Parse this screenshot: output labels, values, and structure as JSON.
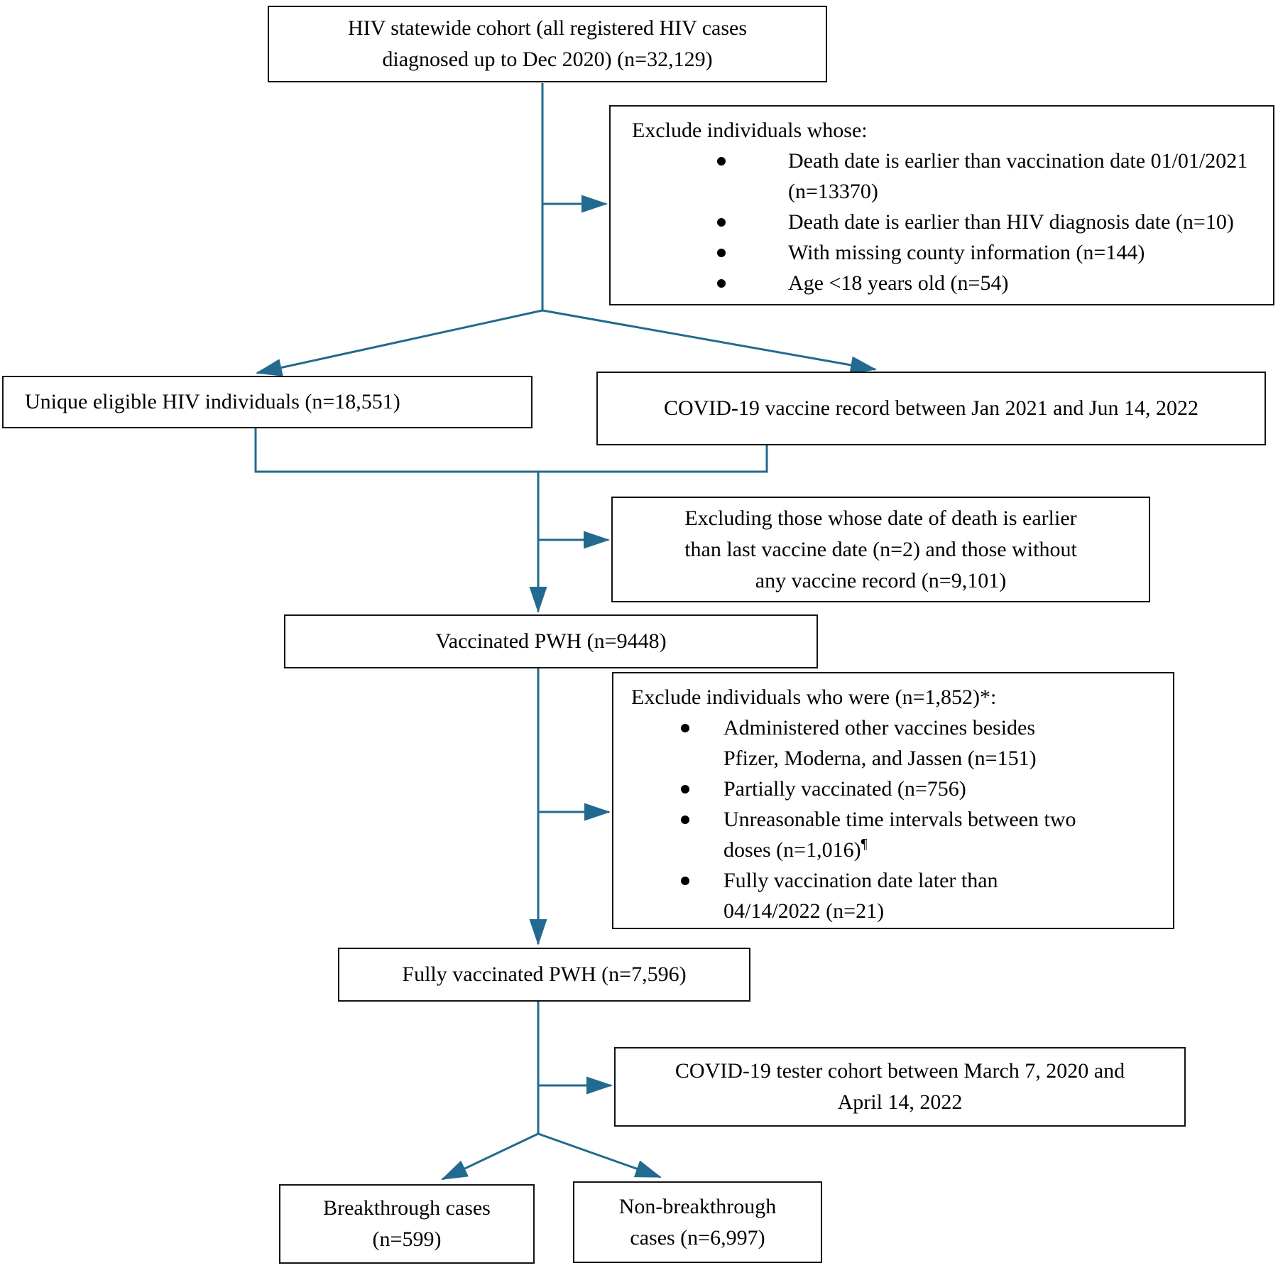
{
  "accent_color": "#226a8f",
  "border_color": "#141414",
  "flowchart": {
    "cohort": [
      "HIV statewide cohort (all registered HIV cases",
      "diagnosed up to Dec 2020) (n=32,129)"
    ],
    "exclude1": {
      "header": "Exclude individuals whose:",
      "bullets": [
        {
          "text": [
            "Death date is earlier than vaccination date 01/01/2021",
            "(n=13370)"
          ]
        },
        {
          "text": [
            "Death date is earlier than HIV diagnosis date (n=10)"
          ]
        },
        {
          "text": [
            "With missing county information (n=144)"
          ]
        },
        {
          "text": [
            "Age <18 years old (n=54)"
          ]
        }
      ]
    },
    "eligible": "Unique eligible HIV individuals (n=18,551)",
    "vaccine_record": "COVID-19 vaccine record between Jan 2021 and Jun 14, 2022",
    "exclude_no_record": [
      "Excluding those whose date of death is earlier",
      "than last vaccine date (n=2) and those without",
      "any vaccine record (n=9,101)"
    ],
    "vaccinated": "Vaccinated PWH (n=9448)",
    "exclude2": {
      "header": "Exclude individuals who were (n=1,852)*:",
      "bullets": [
        {
          "text": [
            "Administered other vaccines besides",
            "Pfizer, Moderna, and Jassen (n=151)"
          ]
        },
        {
          "text": [
            "Partially vaccinated (n=756)"
          ]
        },
        {
          "text": [
            "Unreasonable time intervals between two",
            "doses (n=1,016)"
          ],
          "sup": "¶"
        },
        {
          "text": [
            "Fully vaccination date later than",
            "04/14/2022 (n=21)"
          ]
        }
      ]
    },
    "fully_vaccinated": "Fully vaccinated PWH (n=7,596)",
    "tester_cohort": [
      "COVID-19 tester cohort between March 7, 2020 and",
      "April 14, 2022"
    ],
    "breakthrough": [
      "Breakthrough cases",
      "(n=599)"
    ],
    "non_breakthrough": [
      "Non-breakthrough",
      "cases (n=6,997)"
    ]
  }
}
